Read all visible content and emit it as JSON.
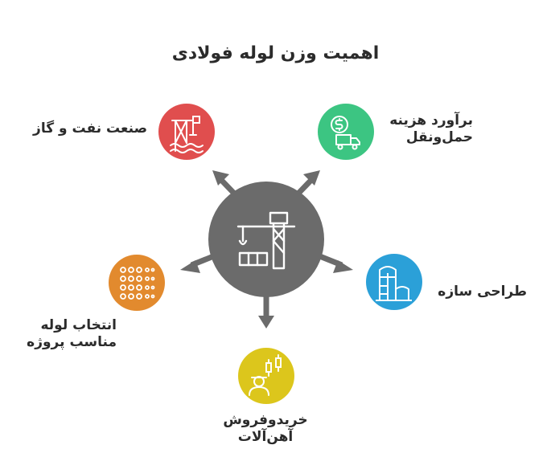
{
  "title": "اهمیت وزن لوله فولادی",
  "center": {
    "icon": "crane-icon",
    "color": "#6b6b6b"
  },
  "nodes": [
    {
      "label": "صنعت نفت و گاز",
      "icon": "oil-rig-icon",
      "color": "#e04e4e"
    },
    {
      "label_line1": "برآورد هزینه",
      "label_line2": "حمل‌ونقل",
      "icon": "delivery-truck-dollar-icon",
      "color": "#3cc582"
    },
    {
      "label": "طراحی سازه",
      "icon": "building-structure-icon",
      "color": "#2ba0d8"
    },
    {
      "label_line1": "خریدوفروش",
      "label_line2": "آهن‌آلات",
      "icon": "trader-chart-icon",
      "color": "#dcc61c"
    },
    {
      "label_line1": "انتخاب لوله",
      "label_line2": "مناسب پروژه",
      "icon": "pipe-grid-icon",
      "color": "#e28a2e"
    }
  ]
}
